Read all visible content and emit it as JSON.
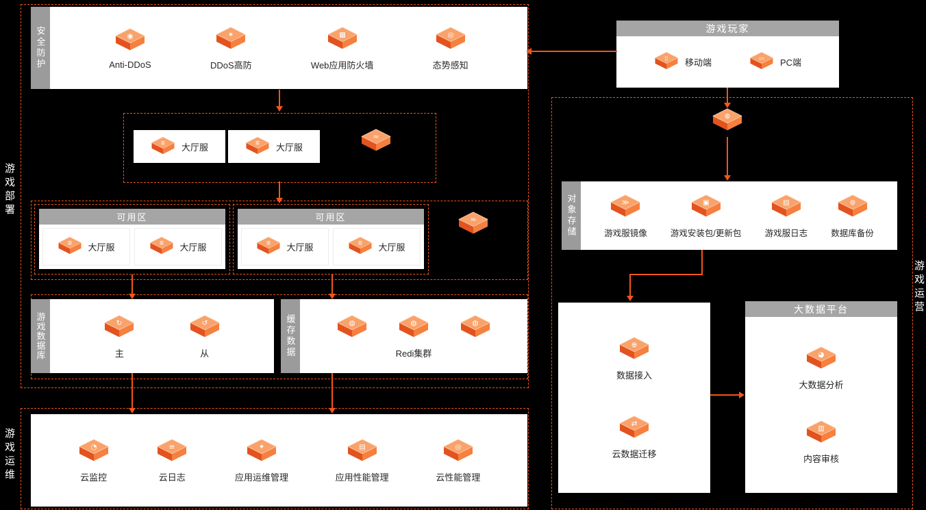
{
  "colors": {
    "accent": "#f4551a",
    "tab_gray": "#9b9b9b",
    "header_gray": "#a5a5a5",
    "background": "#000000",
    "panel": "#ffffff"
  },
  "regions": {
    "deploy": "游戏部署",
    "ops": "游戏运维",
    "operation": "游戏运营"
  },
  "security": {
    "tab": "安全防护",
    "items": [
      {
        "label": "Anti-DDoS"
      },
      {
        "label": "DDoS高防"
      },
      {
        "label": "Web应用防火墙"
      },
      {
        "label": "态势感知"
      }
    ]
  },
  "lobby": {
    "box1": "大厅服",
    "box2": "大厅服"
  },
  "zones": {
    "zone1": {
      "header": "可用区",
      "items": [
        "大厅服",
        "大厅服"
      ]
    },
    "zone2": {
      "header": "可用区",
      "items": [
        "大厅服",
        "大厅服"
      ]
    }
  },
  "database": {
    "tab": "游戏数据库",
    "primary": "主",
    "secondary": "从"
  },
  "cache": {
    "tab": "缓存数据",
    "label": "Redi集群"
  },
  "ops_row": {
    "items": [
      "云监控",
      "云日志",
      "应用运维管理",
      "应用性能管理",
      "云性能管理"
    ]
  },
  "players": {
    "header": "游戏玩家",
    "mobile": "移动端",
    "pc": "PC端"
  },
  "storage": {
    "tab": "对象存储",
    "items": [
      "游戏服镜像",
      "游戏安装包/更新包",
      "游戏服日志",
      "数据库备份"
    ]
  },
  "data_panel": {
    "access": "数据接入",
    "migrate": "云数据迁移"
  },
  "bigdata": {
    "header": "大数据平台",
    "analysis": "大数据分析",
    "review": "内容审核"
  },
  "icons": {
    "shield": "◉",
    "burst": "✶",
    "firewall": "▦",
    "radar": "◎",
    "server": "≣",
    "slb": "≈",
    "db_primary": "↻",
    "db_secondary": "↺",
    "redis": "◍",
    "monitor": "◔",
    "log": "≡",
    "ops": "✦",
    "apm": "▤",
    "perf": "◎",
    "phone": "▯",
    "pc": "▭",
    "cdn": "⊛",
    "image": "≫",
    "package": "▣",
    "srvlog": "▤",
    "backup": "⊜",
    "access": "⊕",
    "migrate": "⇄",
    "analysis": "◕",
    "review": "▥"
  }
}
